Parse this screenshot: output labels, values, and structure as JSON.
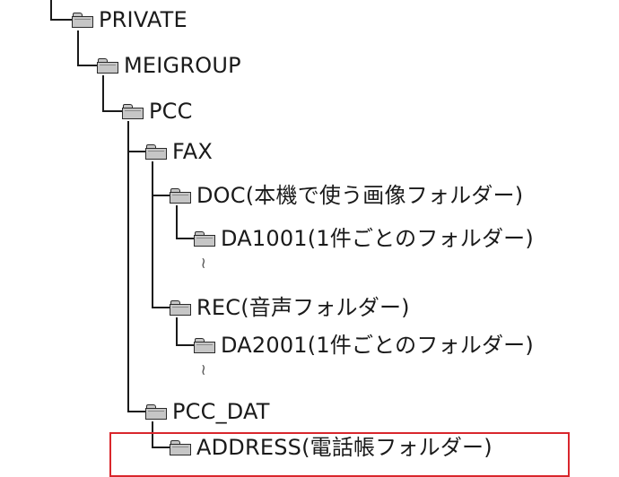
{
  "tree": {
    "nodes": [
      {
        "id": "private",
        "label": "PRIVATE",
        "icon": "folder-icon"
      },
      {
        "id": "meigroup",
        "label": "MEIGROUP",
        "icon": "folder-icon"
      },
      {
        "id": "pcc",
        "label": "PCC",
        "icon": "folder-icon"
      },
      {
        "id": "fax",
        "label": "FAX",
        "icon": "folder-icon"
      },
      {
        "id": "doc",
        "label": "DOC(本機で使う画像フォルダー)",
        "icon": "folder-icon"
      },
      {
        "id": "da1001",
        "label": "DA1001(1件ごとのフォルダー)",
        "icon": "folder-icon"
      },
      {
        "id": "rec",
        "label": "REC(音声フォルダー)",
        "icon": "folder-icon"
      },
      {
        "id": "da2001",
        "label": "DA2001(1件ごとのフォルダー)",
        "icon": "folder-icon"
      },
      {
        "id": "pcc-dat",
        "label": "PCC_DAT",
        "icon": "folder-icon"
      },
      {
        "id": "address",
        "label": "ADDRESS(電話帳フォルダー)",
        "icon": "folder-icon"
      }
    ],
    "continuation_mark": "~"
  },
  "colors": {
    "line": "#1a1a1a",
    "folder_fill": "#c6c6c6",
    "highlight_border": "#d9262c"
  },
  "highlighted_node": "address"
}
